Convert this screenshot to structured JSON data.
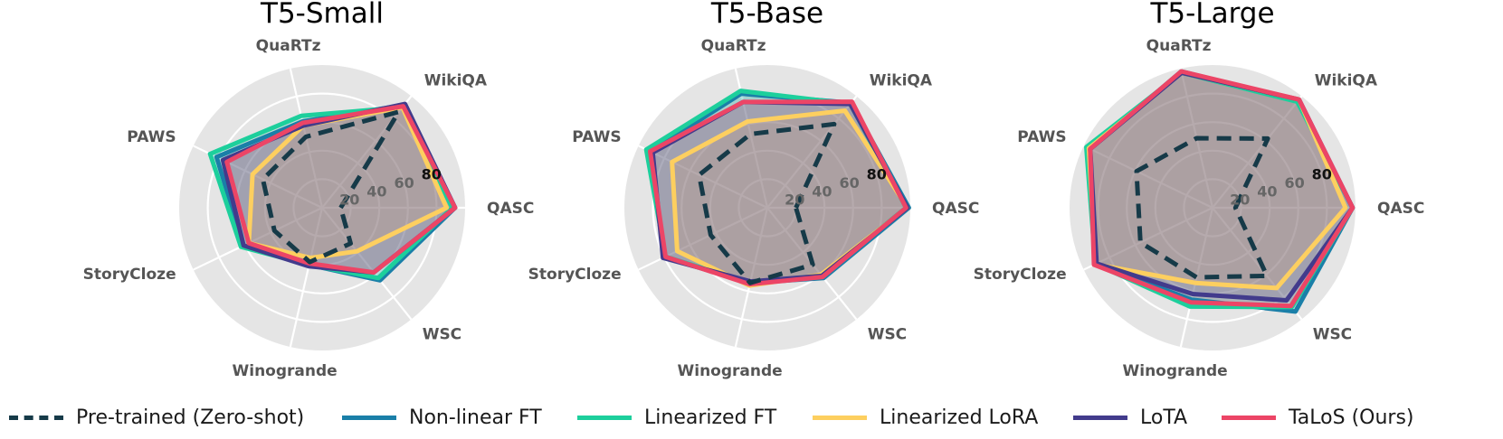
{
  "chart_data": {
    "type": "radar",
    "axes": [
      "QASC",
      "WikiQA",
      "QuaRTz",
      "PAWS",
      "StoryCloze",
      "Winogrande",
      "WSC"
    ],
    "rticks": [
      20,
      40,
      60,
      80
    ],
    "rlim": [
      0,
      100
    ],
    "grid": true,
    "legend_position": "bottom",
    "series_meta": [
      {
        "name": "Pre-trained (Zero-shot)",
        "color": "#163a48",
        "style": "dashed",
        "fill": false
      },
      {
        "name": "Non-linear FT",
        "color": "#1a7fa8",
        "style": "solid",
        "fill": true
      },
      {
        "name": "Linearized FT",
        "color": "#1dcf9c",
        "style": "solid",
        "fill": true
      },
      {
        "name": "Linearized LoRA",
        "color": "#fdcf5f",
        "style": "solid",
        "fill": true
      },
      {
        "name": "LoTA",
        "color": "#423b8c",
        "style": "solid",
        "fill": true
      },
      {
        "name": "TaLoS (Ours)",
        "color": "#ec4566",
        "style": "solid",
        "fill": true
      }
    ],
    "charts": [
      {
        "title": "T5-Small",
        "series": [
          {
            "name": "Pre-trained (Zero-shot)",
            "values": [
              13,
              86,
              51,
              46,
              37,
              39,
              32
            ]
          },
          {
            "name": "Non-linear FT",
            "values": [
              93,
              92,
              62,
              82,
              61,
              41,
              65
            ]
          },
          {
            "name": "Linearized FT",
            "values": [
              91,
              90,
              66,
              87,
              63,
              41,
              63
            ]
          },
          {
            "name": "Linearized LoRA",
            "values": [
              87,
              90,
              59,
              54,
              57,
              36,
              39
            ]
          },
          {
            "name": "LoTA",
            "values": [
              93,
              93,
              59,
              77,
              61,
              42,
              58
            ]
          },
          {
            "name": "TaLoS (Ours)",
            "values": [
              93,
              91,
              61,
              74,
              57,
              40,
              58
            ]
          }
        ]
      },
      {
        "title": "T5-Base",
        "series": [
          {
            "name": "Pre-trained (Zero-shot)",
            "values": [
              20,
              75,
              53,
              53,
              44,
              54,
              51
            ]
          },
          {
            "name": "Non-linear FT",
            "values": [
              99,
              94,
              82,
              91,
              80,
              54,
              63
            ]
          },
          {
            "name": "Linearized FT",
            "values": [
              97,
              93,
              84,
              94,
              79,
              54,
              61
            ]
          },
          {
            "name": "Linearized LoRA",
            "values": [
              98,
              87,
              62,
              74,
              70,
              56,
              60
            ]
          },
          {
            "name": "LoTA",
            "values": [
              98,
              93,
              76,
              89,
              81,
              53,
              61
            ]
          },
          {
            "name": "TaLoS (Ours)",
            "values": [
              97,
              95,
              76,
              91,
              79,
              55,
              62
            ]
          }
        ]
      },
      {
        "title": "T5-Large",
        "series": [
          {
            "name": "Pre-trained (Zero-shot)",
            "values": [
              16,
              62,
              50,
              59,
              56,
              50,
              61
            ]
          },
          {
            "name": "Non-linear FT",
            "values": [
              98,
              96,
              98,
              95,
              91,
              66,
              93
            ]
          },
          {
            "name": "Linearized FT",
            "values": [
              98,
              95,
              97,
              98,
              91,
              71,
              89
            ]
          },
          {
            "name": "Linearized LoRA",
            "values": [
              93,
              97,
              97,
              96,
              91,
              54,
              72
            ]
          },
          {
            "name": "LoTA",
            "values": [
              98,
              97,
              97,
              95,
              90,
              62,
              83
            ]
          },
          {
            "name": "TaLoS (Ours)",
            "values": [
              98,
              97,
              98,
              95,
              92,
              68,
              88
            ]
          }
        ]
      }
    ]
  }
}
